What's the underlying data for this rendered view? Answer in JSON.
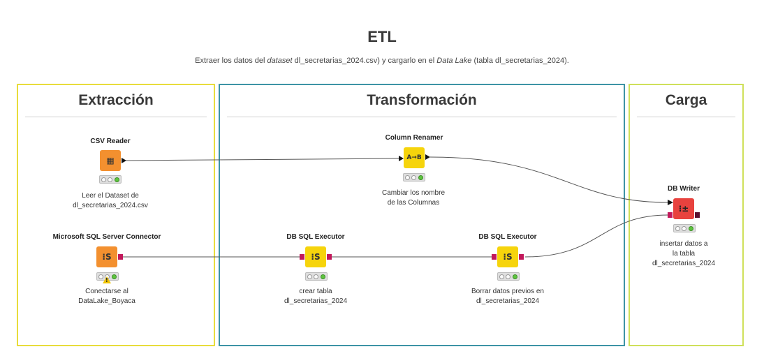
{
  "header": {
    "title": "ETL",
    "subtitle_1": "Extraer los datos del ",
    "subtitle_2": "dataset",
    "subtitle_3": " dl_secretarias_2024.csv) y cargarlo en el ",
    "subtitle_4": "Data Lake",
    "subtitle_5": " (tabla dl_secretarias_2024)."
  },
  "sections": {
    "extraccion": "Extracción",
    "transformacion": "Transformación",
    "carga": "Carga"
  },
  "nodes": {
    "csv_reader": {
      "title": "CSV Reader",
      "desc_1": "Leer el Dataset de",
      "desc_2": "dl_secretarias_2024.csv",
      "icon": "table-icon",
      "glyph": "▦"
    },
    "mssql": {
      "title": "Microsoft SQL Server Connector",
      "desc_1": "Conectarse al",
      "desc_2": "DataLake_Boyaca",
      "icon": "db-connector-icon",
      "glyph": "⁝S"
    },
    "renamer": {
      "title": "Column Renamer",
      "desc_1": "Cambiar los nombre",
      "desc_2": "de las Columnas",
      "icon": "rename-icon",
      "glyph": "A→B"
    },
    "sql_exec_1": {
      "title": "DB SQL Executor",
      "desc_1": "crear tabla",
      "desc_2": "dl_secretarias_2024",
      "icon": "sql-executor-icon",
      "glyph": "⁝S"
    },
    "sql_exec_2": {
      "title": "DB SQL Executor",
      "desc_1": "Borrar datos previos en",
      "desc_2": "dl_secretarias_2024",
      "icon": "sql-executor-icon",
      "glyph": "⁝S"
    },
    "db_writer": {
      "title": "DB Writer",
      "desc_1": "insertar datos a",
      "desc_2": "la tabla",
      "desc_3": "dl_secretarias_2024",
      "icon": "db-writer-icon",
      "glyph": "⁝±"
    }
  },
  "colors": {
    "extraccion_border": "#e8dc3c",
    "transformacion_border": "#3d93a5",
    "carga_border": "#cfe05a",
    "source_node": "#f3902f",
    "manipulator_node": "#f6d40c",
    "sink_node": "#e8423e"
  }
}
